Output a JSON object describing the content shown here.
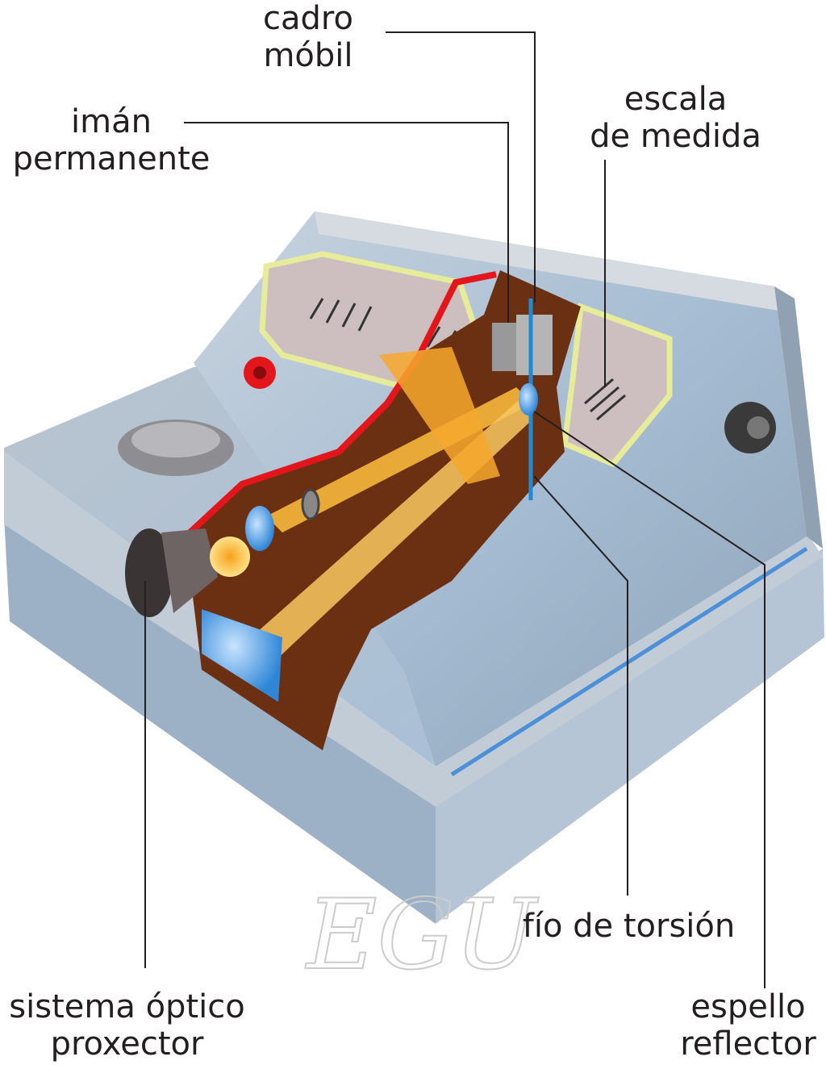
{
  "labels": {
    "cadro_mobil": [
      "cadro",
      "móbil"
    ],
    "iman_permanente": [
      "imán",
      "permanente"
    ],
    "escala_de_medida": [
      "escala",
      "de medida"
    ],
    "fio_de_torsion": "fío de torsión",
    "sistema_optico": [
      "sistema óptico",
      "proxector"
    ],
    "espello_reflector": [
      "espello",
      "reflector"
    ]
  },
  "watermark": "EGU",
  "colors": {
    "body": "#a9bccf",
    "cutaway": "#6b2f12",
    "beam": "#f6b73c",
    "red_edge": "#e3161b",
    "scale_frame": "#e6ec9a",
    "leader": "#231f20"
  }
}
